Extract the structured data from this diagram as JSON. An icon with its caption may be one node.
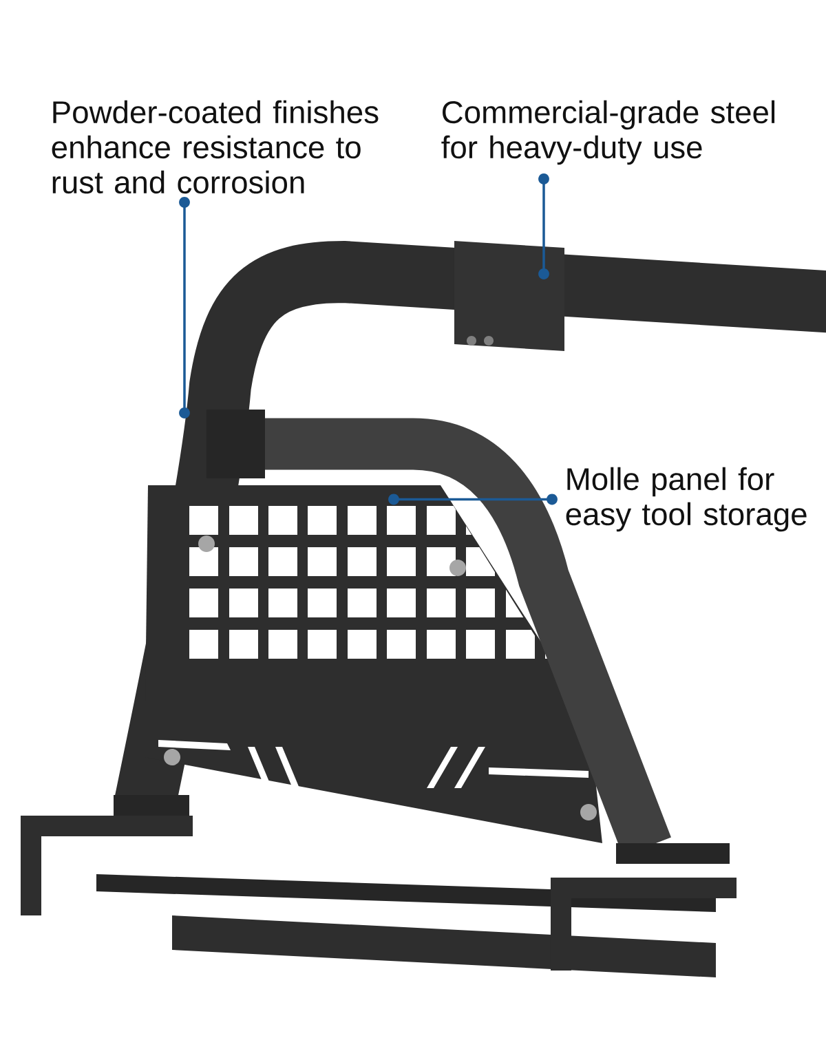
{
  "diagram": {
    "nodes": [
      {
        "text": [
          "Powder-coated finishes enhance resistance to rust and corrosion"
        ]
      },
      {
        "text": [
          "Commercial-grade steel for heavy-duty use"
        ]
      },
      {
        "text": [
          "Molle panel for easy tool storage"
        ]
      }
    ],
    "edges": [
      {
        "from": 0,
        "to": null,
        "arrow": "other"
      },
      {
        "from": 1,
        "to": null,
        "arrow": "other"
      },
      {
        "from": 2,
        "to": null,
        "arrow": "other"
      }
    ]
  }
}
